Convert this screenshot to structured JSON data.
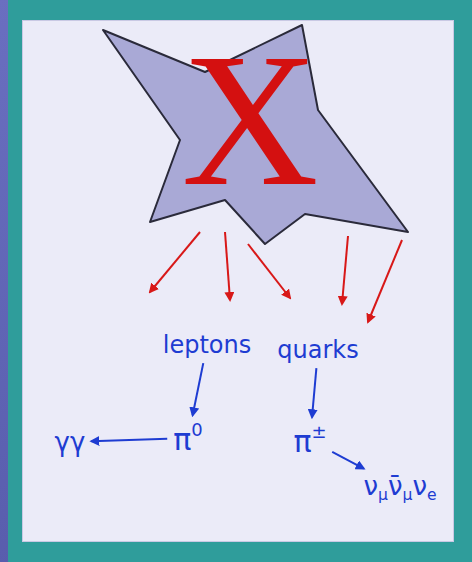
{
  "diagram": {
    "nodes": [
      {
        "text": [
          "X"
        ]
      },
      {
        "text": [
          "leptons"
        ]
      },
      {
        "text": [
          "quarks"
        ]
      },
      {
        "text": [
          "π0"
        ]
      },
      {
        "text": [
          "π±"
        ]
      },
      {
        "text": [
          "γγ"
        ]
      },
      {
        "text": [
          "νμν̄μνe"
        ]
      }
    ],
    "edges": [
      {
        "from": 1,
        "to": 3,
        "arrow": "to"
      },
      {
        "from": 2,
        "to": 4,
        "arrow": "to"
      },
      {
        "from": 3,
        "to": 5,
        "arrow": "to"
      },
      {
        "from": 4,
        "to": 6,
        "arrow": "to"
      }
    ]
  }
}
